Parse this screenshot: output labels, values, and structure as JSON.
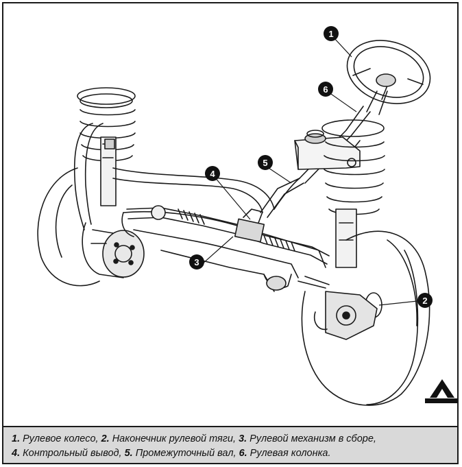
{
  "callouts": [
    {
      "number": "1",
      "label": "Рулевое колесо"
    },
    {
      "number": "2",
      "label": "Наконечник рулевой тяги"
    },
    {
      "number": "3",
      "label": "Рулевой механизм в сборе"
    },
    {
      "number": "4",
      "label": "Контрольный вывод"
    },
    {
      "number": "5",
      "label": "Промежуточный вал"
    },
    {
      "number": "6",
      "label": "Рулевая колонка"
    }
  ],
  "caption": {
    "line1": [
      {
        "num": "1.",
        "text": " Рулевое колесо, "
      },
      {
        "num": "2.",
        "text": " Наконечник рулевой тяги, "
      },
      {
        "num": "3.",
        "text": " Рулевой механизм в сборе,"
      }
    ],
    "line2": [
      {
        "num": "4.",
        "text": " Контрольный вывод, "
      },
      {
        "num": "5.",
        "text": " Промежуточный вал, "
      },
      {
        "num": "6.",
        "text": " Рулевая колонка."
      }
    ]
  },
  "logo": {
    "name": "publisher-logo-icon"
  },
  "colors": {
    "ink": "#1a1a1a",
    "caption_bg": "#d9d9d9",
    "callout_fill": "#111111"
  }
}
